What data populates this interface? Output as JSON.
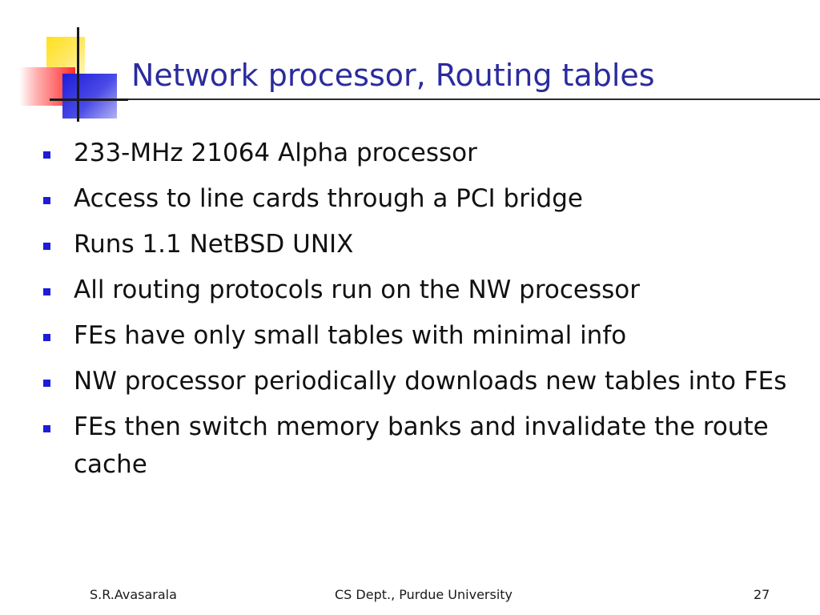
{
  "slide": {
    "title": "Network processor, Routing tables",
    "bullets": [
      "233-MHz 21064 Alpha processor",
      "Access to line cards through a PCI bridge",
      "Runs 1.1 NetBSD UNIX",
      "All routing protocols run on the NW processor",
      "FEs have only small tables with minimal info",
      "NW processor periodically downloads new tables into FEs",
      "FEs then switch memory banks and invalidate the route cache"
    ],
    "bullet_color": "#1c1cd9",
    "title_color": "#2b2b9e"
  },
  "footer": {
    "author": "S.R.Avasarala",
    "organization": "CS Dept., Purdue University",
    "page_number": "27"
  }
}
